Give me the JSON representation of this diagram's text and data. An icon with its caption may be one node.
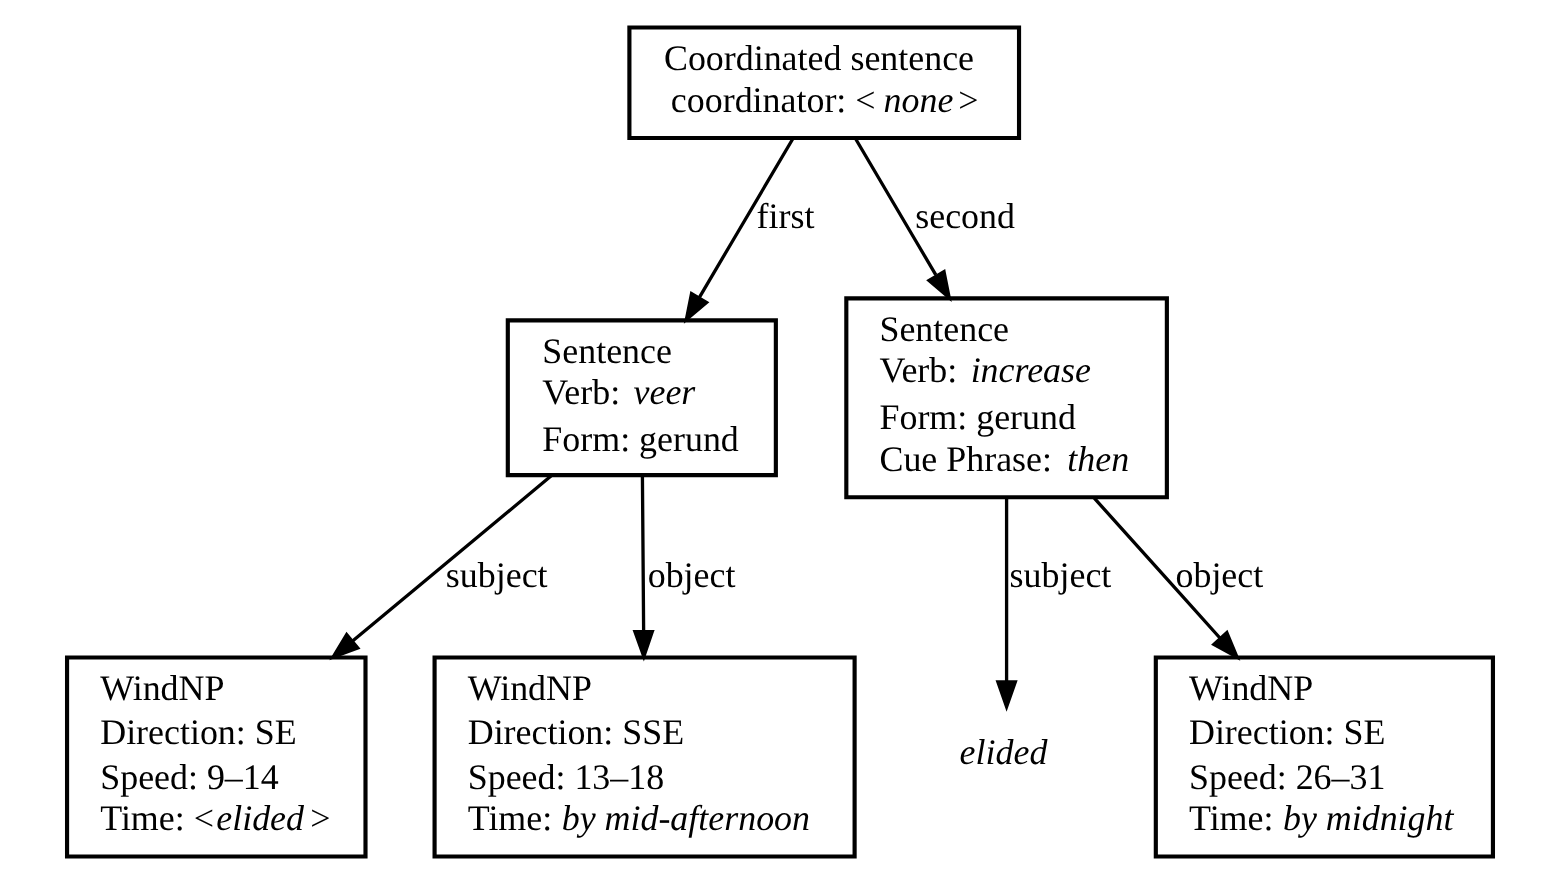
{
  "diagram": {
    "nodes": [
      {
        "text": [
          "Coordinated sentence",
          "coordinator: <*none*>"
        ]
      },
      {
        "text": [
          "Sentence",
          "Verb: *veer*",
          "Form: gerund"
        ]
      },
      {
        "text": [
          "Sentence",
          "Verb: *increase*",
          "Form: gerund",
          "Cue Phrase: *then*"
        ]
      },
      {
        "text": [
          "WindNP",
          "Direction: SE",
          "Speed: 9–14",
          "Time: <*elided*>"
        ]
      },
      {
        "text": [
          "WindNP",
          "Direction: SSE",
          "Speed: 13–18",
          "Time: *by mid-afternoon*"
        ]
      },
      {
        "text": [
          "elided"
        ]
      },
      {
        "text": [
          "WindNP",
          "Direction: SE",
          "Speed: 26–31",
          "Time: *by midnight*"
        ]
      }
    ],
    "edges": [
      {
        "from": 0,
        "to": 1,
        "arrow": "to",
        "label": "first"
      },
      {
        "from": 0,
        "to": 2,
        "arrow": "to",
        "label": "second"
      },
      {
        "from": 1,
        "to": 3,
        "arrow": "to",
        "label": "subject"
      },
      {
        "from": 1,
        "to": 4,
        "arrow": "to",
        "label": "object"
      },
      {
        "from": 2,
        "to": 5,
        "arrow": "to",
        "label": "subject"
      },
      {
        "from": 2,
        "to": 6,
        "arrow": "to",
        "label": "object"
      }
    ]
  }
}
